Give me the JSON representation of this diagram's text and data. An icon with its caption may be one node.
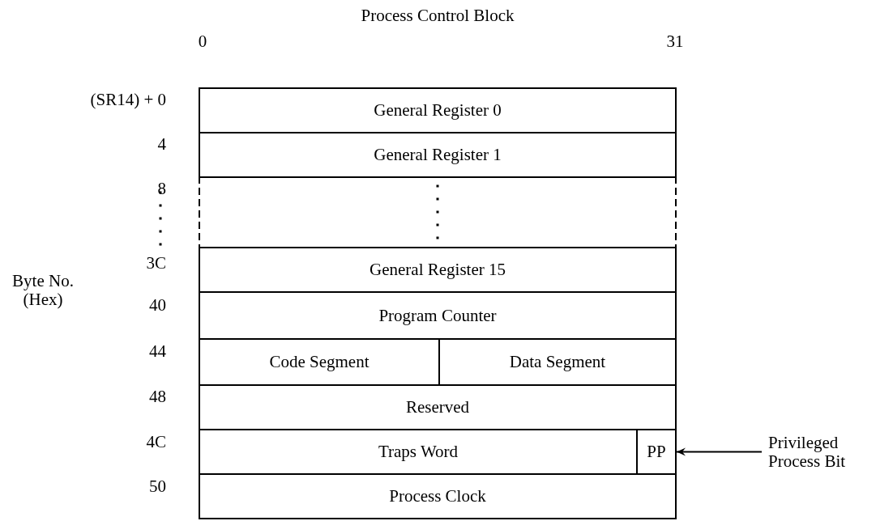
{
  "diagram": {
    "title": "Process Control Block",
    "nodes": [
      {
        "text": [
          "General Register 0"
        ]
      },
      {
        "text": [
          "General Register 1"
        ]
      },
      {
        "text": [],
        "shape": "box"
      },
      {
        "text": [
          "General Register 15"
        ]
      },
      {
        "text": [
          "Program Counter"
        ]
      },
      {
        "text": [
          "Code Segment"
        ]
      },
      {
        "text": [
          "Data Segment"
        ]
      },
      {
        "text": [
          "Reserved"
        ]
      },
      {
        "text": [
          "Traps Word"
        ]
      },
      {
        "text": [
          "PP"
        ]
      },
      {
        "text": [
          "Process Clock"
        ]
      },
      {
        "text": [
          "Privileged Process Bit"
        ]
      }
    ],
    "edges": [
      {
        "from": 11,
        "to": 9,
        "arrow": "to"
      }
    ],
    "labels": [
      "0",
      "31",
      "(SR14) + 0",
      "4",
      "8",
      "Byte No. (Hex)",
      "3C",
      "40",
      "44",
      "48",
      "4C",
      "50"
    ]
  }
}
